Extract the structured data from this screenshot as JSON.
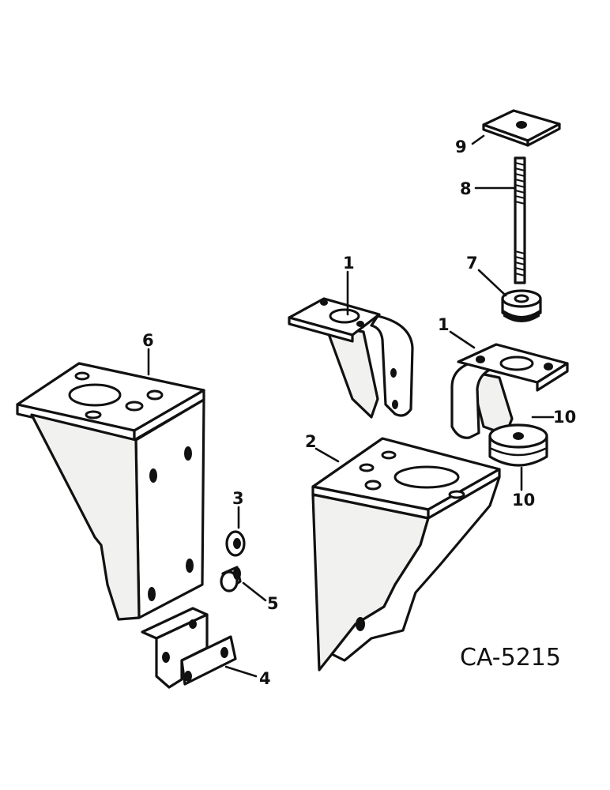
{
  "diagram_code": "CA-5215",
  "callouts": [
    {
      "id": "c1a",
      "label": "1"
    },
    {
      "id": "c1b",
      "label": "1"
    },
    {
      "id": "c2",
      "label": "2"
    },
    {
      "id": "c3",
      "label": "3"
    },
    {
      "id": "c4",
      "label": "4"
    },
    {
      "id": "c5",
      "label": "5"
    },
    {
      "id": "c6",
      "label": "6"
    },
    {
      "id": "c7",
      "label": "7"
    },
    {
      "id": "c8",
      "label": "8"
    },
    {
      "id": "c9",
      "label": "9"
    },
    {
      "id": "c10a",
      "label": "10"
    },
    {
      "id": "c10b",
      "label": "10"
    }
  ],
  "colors": {
    "ink": "#111111",
    "paper": "#ffffff"
  }
}
